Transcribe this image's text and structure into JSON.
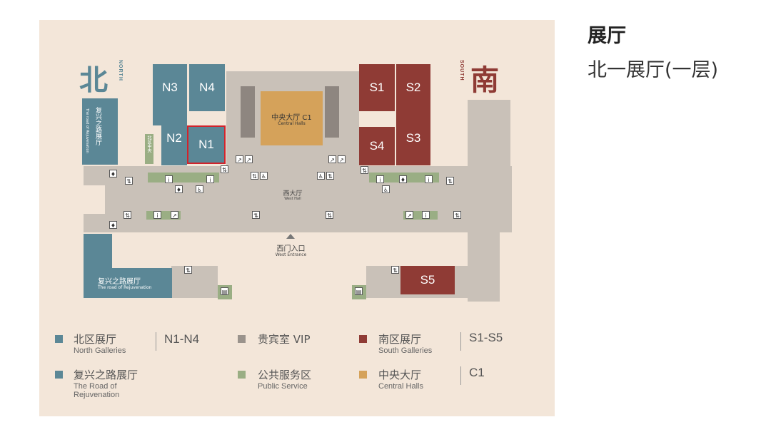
{
  "panel": {
    "title": "展厅",
    "subtitle": "北一展厅(一层)"
  },
  "map": {
    "north": {
      "cn": "北",
      "en": "NORTH"
    },
    "south": {
      "cn": "南",
      "en": "SOUTH"
    },
    "rooms": {
      "n1": "N1",
      "n2": "N2",
      "n3": "N3",
      "n4": "N4",
      "s1": "S1",
      "s2": "S2",
      "s3": "S3",
      "s4": "S4",
      "s5": "S5"
    },
    "central": {
      "cn": "中央大厅 C1",
      "en": "Central Halls"
    },
    "west_hall": {
      "cn": "西大厅",
      "en": "West Hall"
    },
    "west_entrance": {
      "cn": "西门入口",
      "en": "West Entrance"
    },
    "rejuv_vertical": "复兴之路展厅",
    "rejuv_vertical_en": "The road of Rejuvenation",
    "rejuv_bottom": {
      "cn": "复兴之路展厅",
      "en": "The road of Rejuvenation"
    },
    "small_vertical": "北区中央",
    "selected_room": "N1"
  },
  "legend": {
    "items": [
      {
        "cn": "北区展厅",
        "en": "North Galleries",
        "code": "N1-N4",
        "color": "#5b8796"
      },
      {
        "cn": "贵宾室 VIP",
        "en": "",
        "code": "",
        "color": "#9a938c"
      },
      {
        "cn": "南区展厅",
        "en": "South Galleries",
        "code": "S1-S5",
        "color": "#8f3b35"
      },
      {
        "cn": "复兴之路展厅",
        "en": "The Road of Rejuvenation",
        "code": "",
        "color": "#5b8796"
      },
      {
        "cn": "公共服务区",
        "en": "Public Service",
        "code": "",
        "color": "#9aae84"
      },
      {
        "cn": "中央大厅",
        "en": "Central Halls",
        "code": "C1",
        "color": "#d5a25a"
      }
    ]
  },
  "colors": {
    "north": "#5b8796",
    "south": "#8f3b35",
    "central": "#d5a25a",
    "service": "#9aae84",
    "corridor": "#c9c1b8",
    "selection": "#d1232b"
  }
}
